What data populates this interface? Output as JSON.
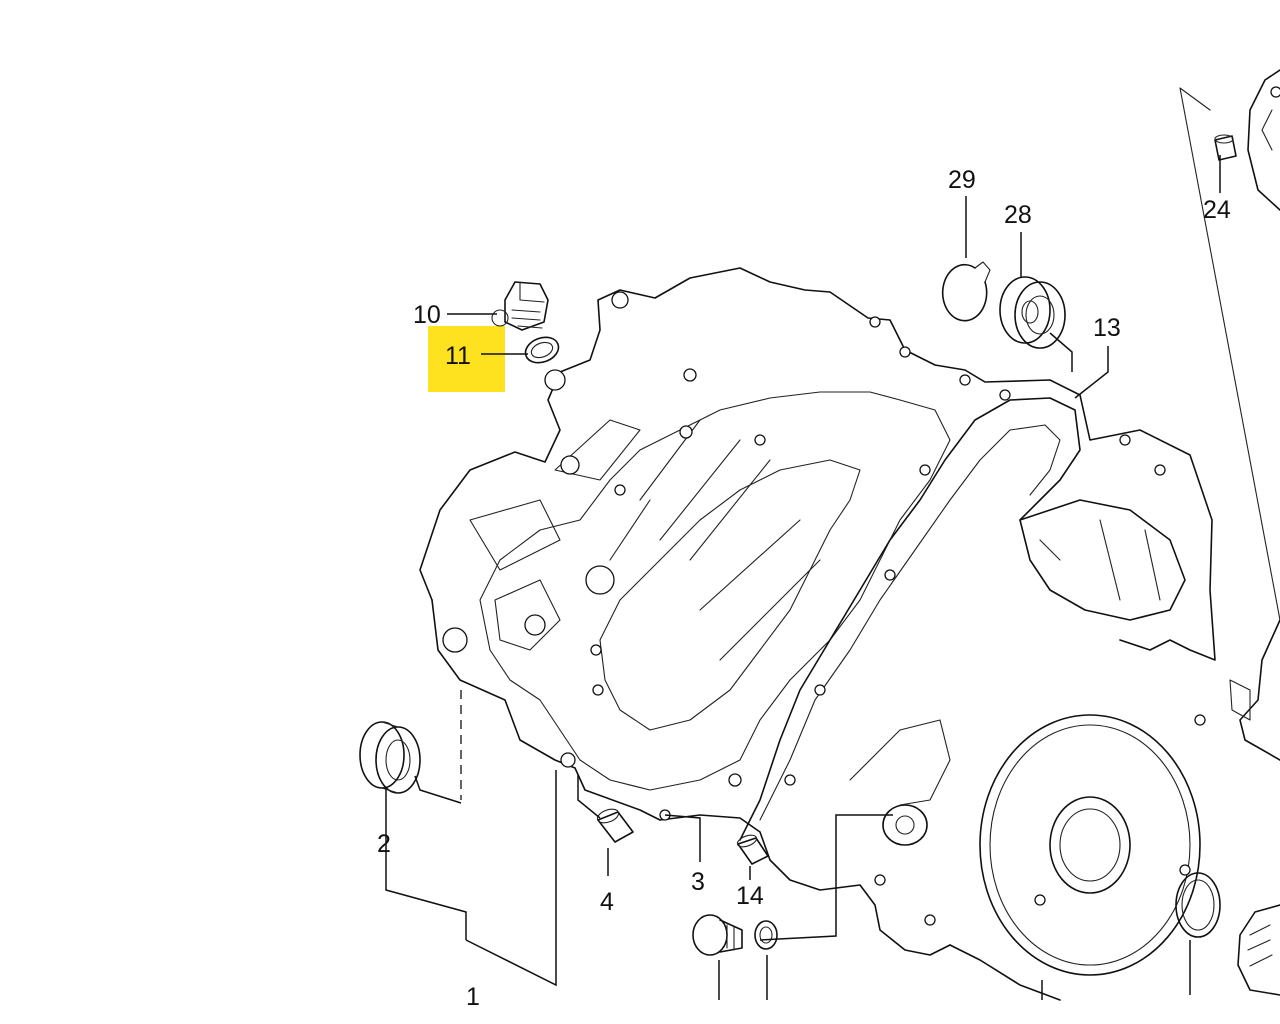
{
  "highlight_color": "#ffe21f",
  "callouts": {
    "c1": "1",
    "c2": "2",
    "c3": "3",
    "c4": "4",
    "c10": "10",
    "c11": "11",
    "c13": "13",
    "c14": "14",
    "c24": "24",
    "c28": "28",
    "c29": "29"
  },
  "highlighted_callout": "11"
}
